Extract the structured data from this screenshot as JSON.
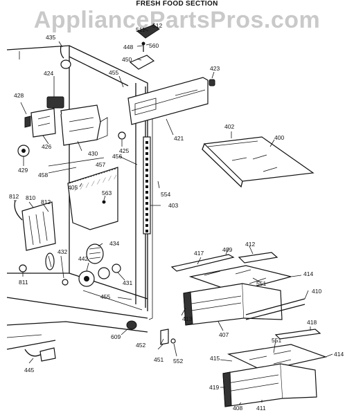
{
  "header": {
    "section_title": "FRESH FOOD SECTION",
    "watermark": "AppliancePartsPros.com"
  },
  "parts": {
    "p435": "435",
    "p511": "511",
    "p512": "512",
    "p448": "448",
    "p560": "560",
    "p450": "450",
    "p423": "423",
    "p424": "424",
    "p455a": "455",
    "p428": "428",
    "p421": "421",
    "p426": "426",
    "p430": "430",
    "p425": "425",
    "p402": "402",
    "p400": "400",
    "p429": "429",
    "p458": "458",
    "p457": "457",
    "p456": "456",
    "p405": "405",
    "p554": "554",
    "p563": "563",
    "p403": "403",
    "p812a": "812",
    "p810": "810",
    "p812b": "812",
    "p432": "432",
    "p434": "434",
    "p417": "417",
    "p409": "409",
    "p412": "412",
    "p442": "442",
    "p414a": "414",
    "p551a": "551",
    "p811": "811",
    "p431": "431",
    "p410": "410",
    "p455b": "455",
    "p413": "413",
    "p407": "407",
    "p609": "609",
    "p452": "452",
    "p418": "418",
    "p551b": "551",
    "p451": "451",
    "p552": "552",
    "p415": "415",
    "p414b": "414",
    "p445": "445",
    "p419": "419",
    "p408": "408",
    "p411": "411"
  }
}
